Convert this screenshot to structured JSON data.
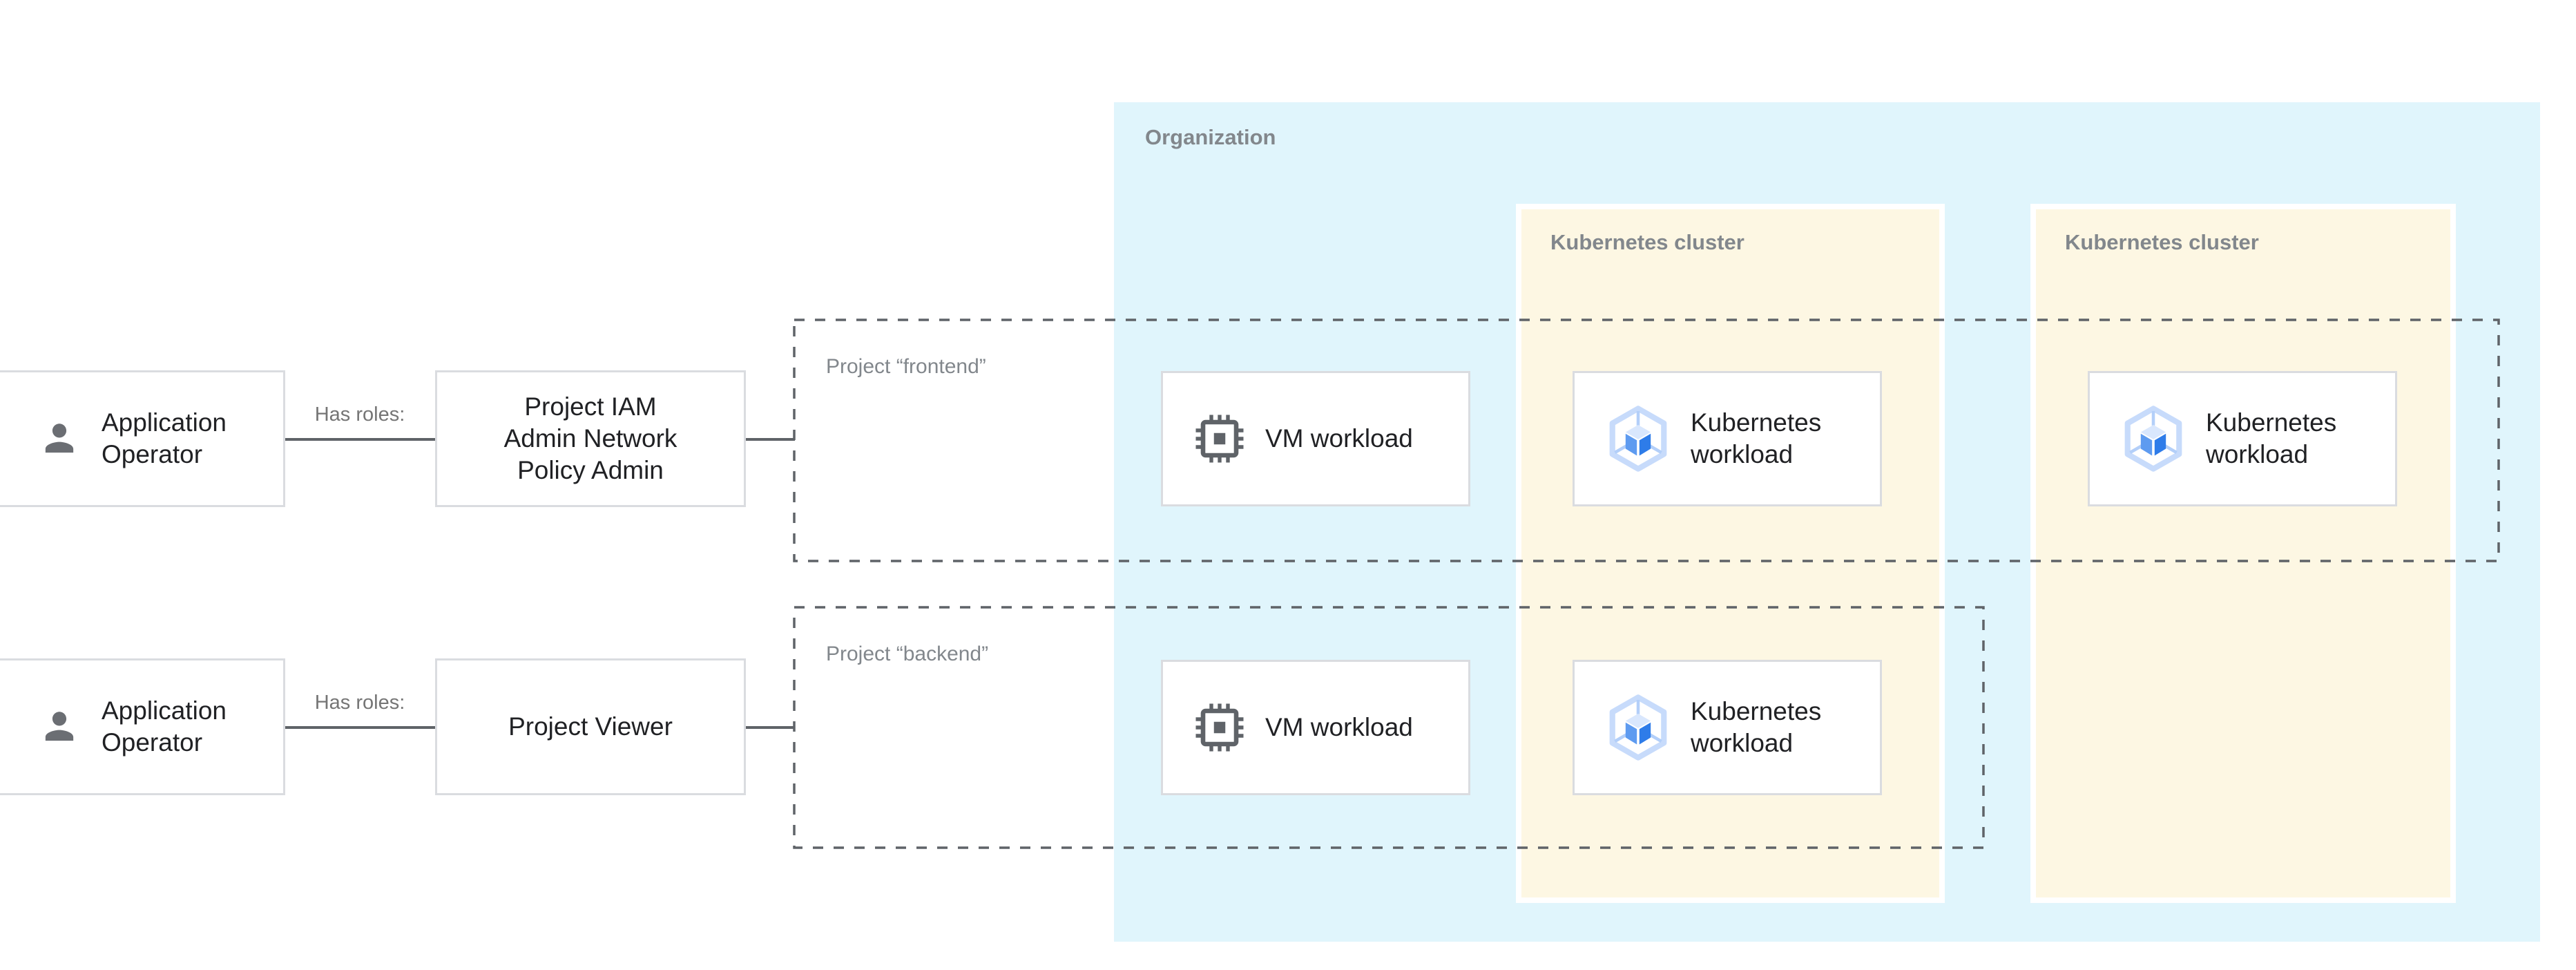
{
  "organization": {
    "label": "Organization"
  },
  "clusters": [
    {
      "label": "Kubernetes cluster"
    },
    {
      "label": "Kubernetes cluster"
    }
  ],
  "projects": [
    {
      "label": "Project “frontend”"
    },
    {
      "label": "Project “backend”"
    }
  ],
  "rows": [
    {
      "actor_line1": "Application",
      "actor_line2": "Operator",
      "relation": "Has roles:",
      "role_line1": "Project IAM",
      "role_line2": "Admin Network",
      "role_line3": "Policy Admin"
    },
    {
      "actor_line1": "Application",
      "actor_line2": "Operator",
      "relation": "Has roles:",
      "role_line1": "Project Viewer"
    }
  ],
  "workloads": {
    "vm_label": "VM workload",
    "k8s_line1": "Kubernetes",
    "k8s_line2": "workload"
  },
  "icons": {
    "actor": "person-icon",
    "vm": "chip-icon",
    "kubernetes": "gke-hexagon-cube-icon"
  },
  "colors": {
    "organization_bg": "#E0F5FC",
    "cluster_bg": "#FDF7E3",
    "cluster_border": "#FFFFFF",
    "card_bg": "#FFFFFF",
    "card_border": "#DADCE0",
    "dashed_border": "#5F6368",
    "connector": "#5F6368",
    "text_dark": "#202124",
    "text_gray": "#82878C",
    "relation_gray": "#757575",
    "icon_gray": "#5F6368",
    "person_gray": "#6B6E73",
    "gke_frame": "#C7DBFB",
    "gke_spoke": "#B3CFF9",
    "gke_cube_top": "#D9E7FD",
    "gke_cube_left": "#5E9BF0",
    "gke_cube_right": "#2E7CE9"
  }
}
